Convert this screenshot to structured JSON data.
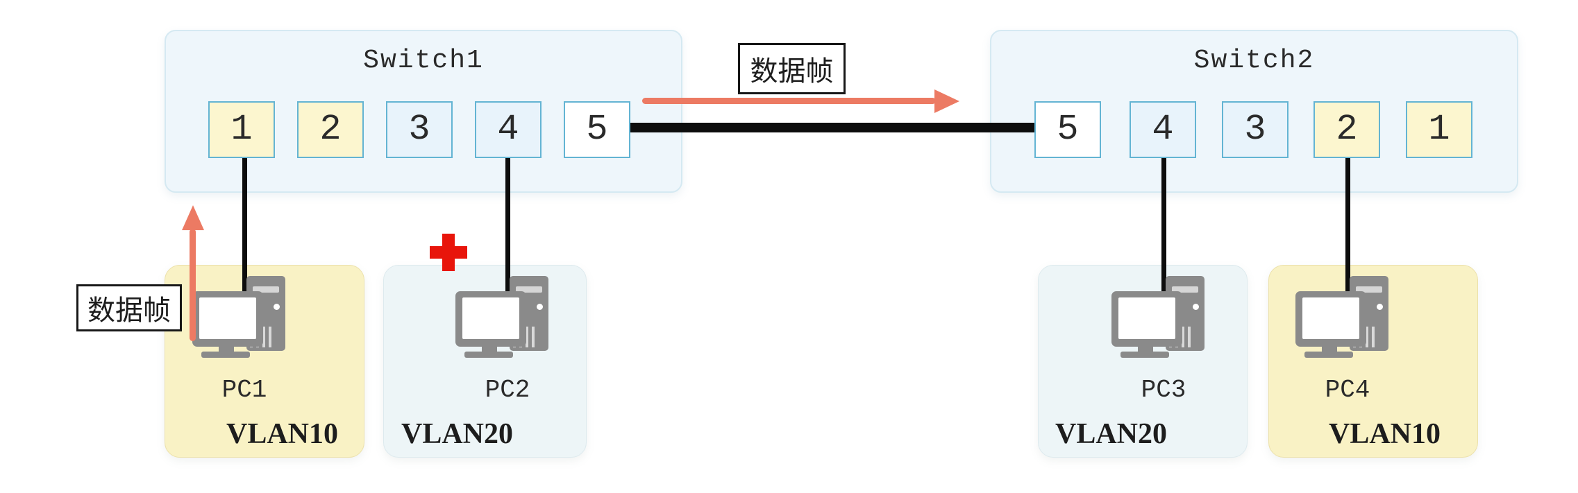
{
  "switch1": {
    "title": "Switch1",
    "ports": [
      {
        "label": "1",
        "color": "yellow"
      },
      {
        "label": "2",
        "color": "yellow"
      },
      {
        "label": "3",
        "color": "blue"
      },
      {
        "label": "4",
        "color": "blue"
      },
      {
        "label": "5",
        "color": "white"
      }
    ]
  },
  "switch2": {
    "title": "Switch2",
    "ports": [
      {
        "label": "5",
        "color": "white"
      },
      {
        "label": "4",
        "color": "blue"
      },
      {
        "label": "3",
        "color": "blue"
      },
      {
        "label": "2",
        "color": "yellow"
      },
      {
        "label": "1",
        "color": "yellow"
      }
    ]
  },
  "frame_labels": {
    "trunk_arrow": "数据帧",
    "pc1_arrow": "数据帧"
  },
  "pcs": [
    {
      "name": "PC1",
      "vlan": "VLAN10",
      "theme": "yellow"
    },
    {
      "name": "PC2",
      "vlan": "VLAN20",
      "theme": "blue"
    },
    {
      "name": "PC3",
      "vlan": "VLAN20",
      "theme": "blue"
    },
    {
      "name": "PC4",
      "vlan": "VLAN10",
      "theme": "yellow"
    }
  ],
  "colors": {
    "arrow_accent": "#ec7a63",
    "blocked_cross": "#e8150b",
    "port_yellow": "#fcf6cf",
    "port_blue": "#e8f3fb",
    "port_border": "#63b4d3",
    "vlan10_box": "#f9f2c5",
    "vlan20_box": "#edf5f7",
    "switch_fill": "#eef6fb",
    "cable": "#0d0d0d",
    "pc_icon_gray": "#8a8a8a"
  }
}
